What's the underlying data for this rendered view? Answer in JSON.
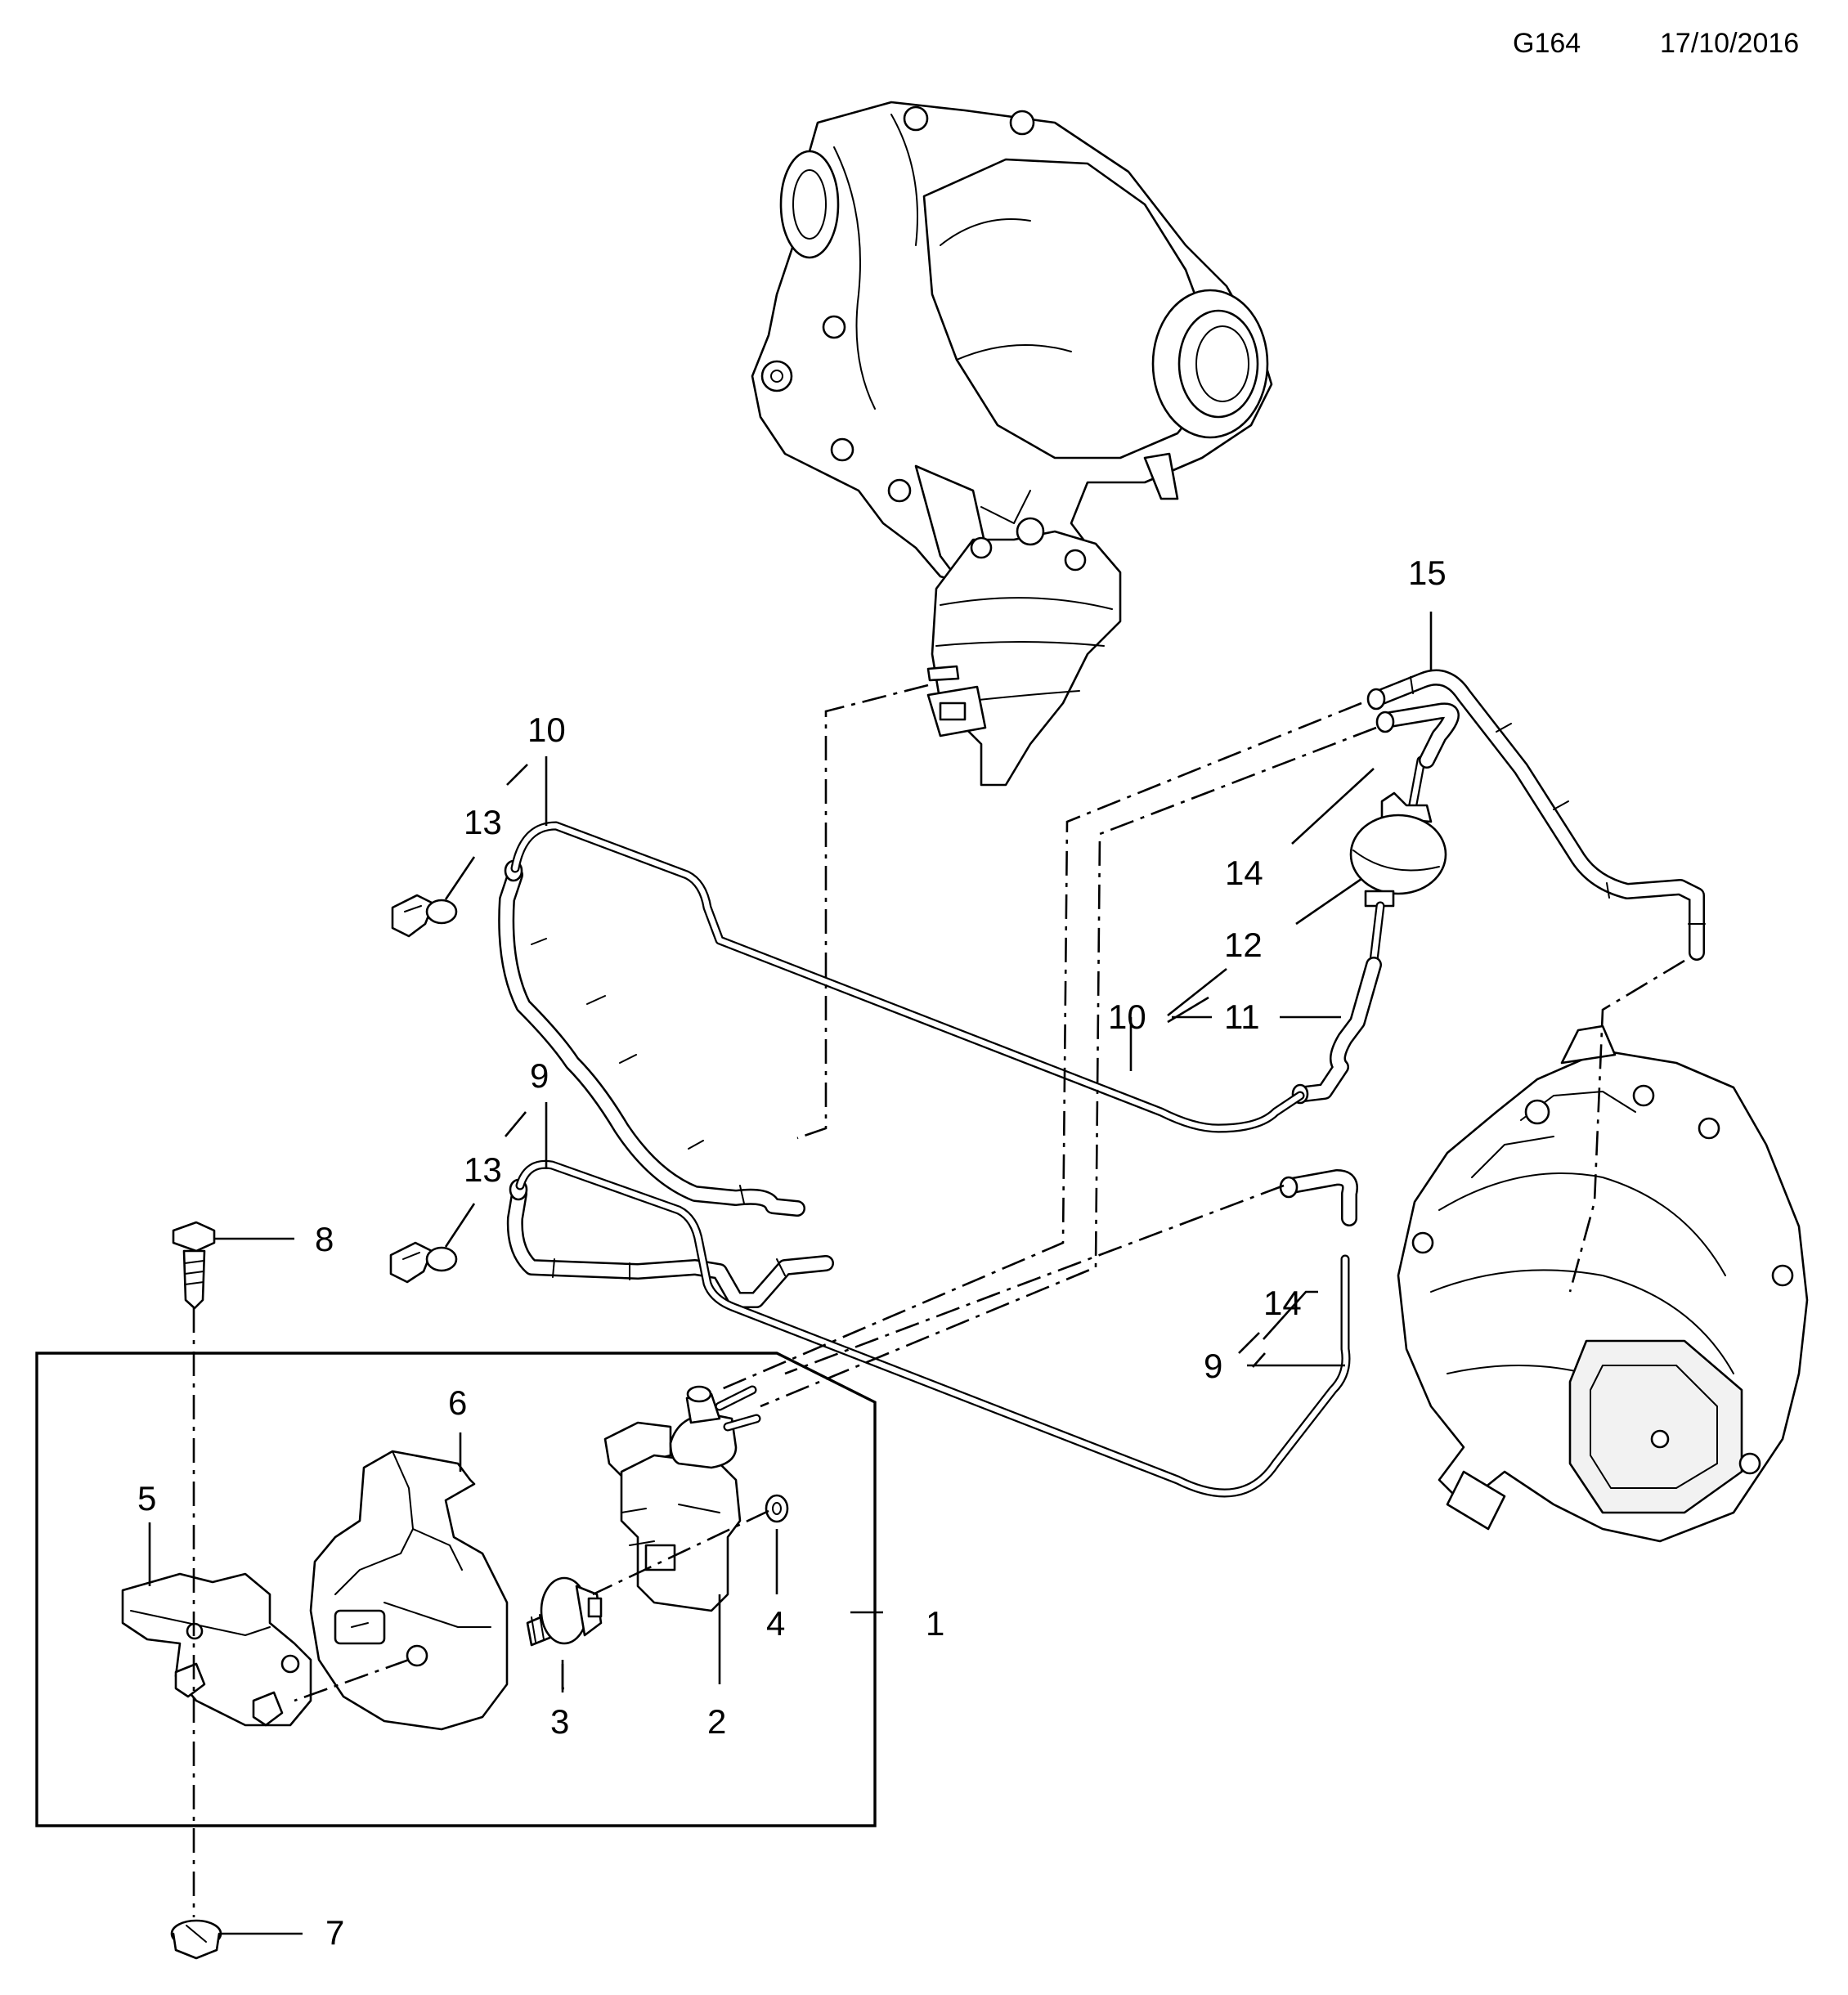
{
  "header": {
    "code": "G164",
    "date": "17/10/2016"
  },
  "callouts": {
    "c1": "1",
    "c2": "2",
    "c3": "3",
    "c4": "4",
    "c5": "5",
    "c6": "6",
    "c7": "7",
    "c8": "8",
    "c9a": "9",
    "c9b": "9",
    "c10a": "10",
    "c10b": "10",
    "c11": "11",
    "c12": "12",
    "c13a": "13",
    "c13b": "13",
    "c14a": "14",
    "c14b": "14",
    "c15": "15"
  }
}
